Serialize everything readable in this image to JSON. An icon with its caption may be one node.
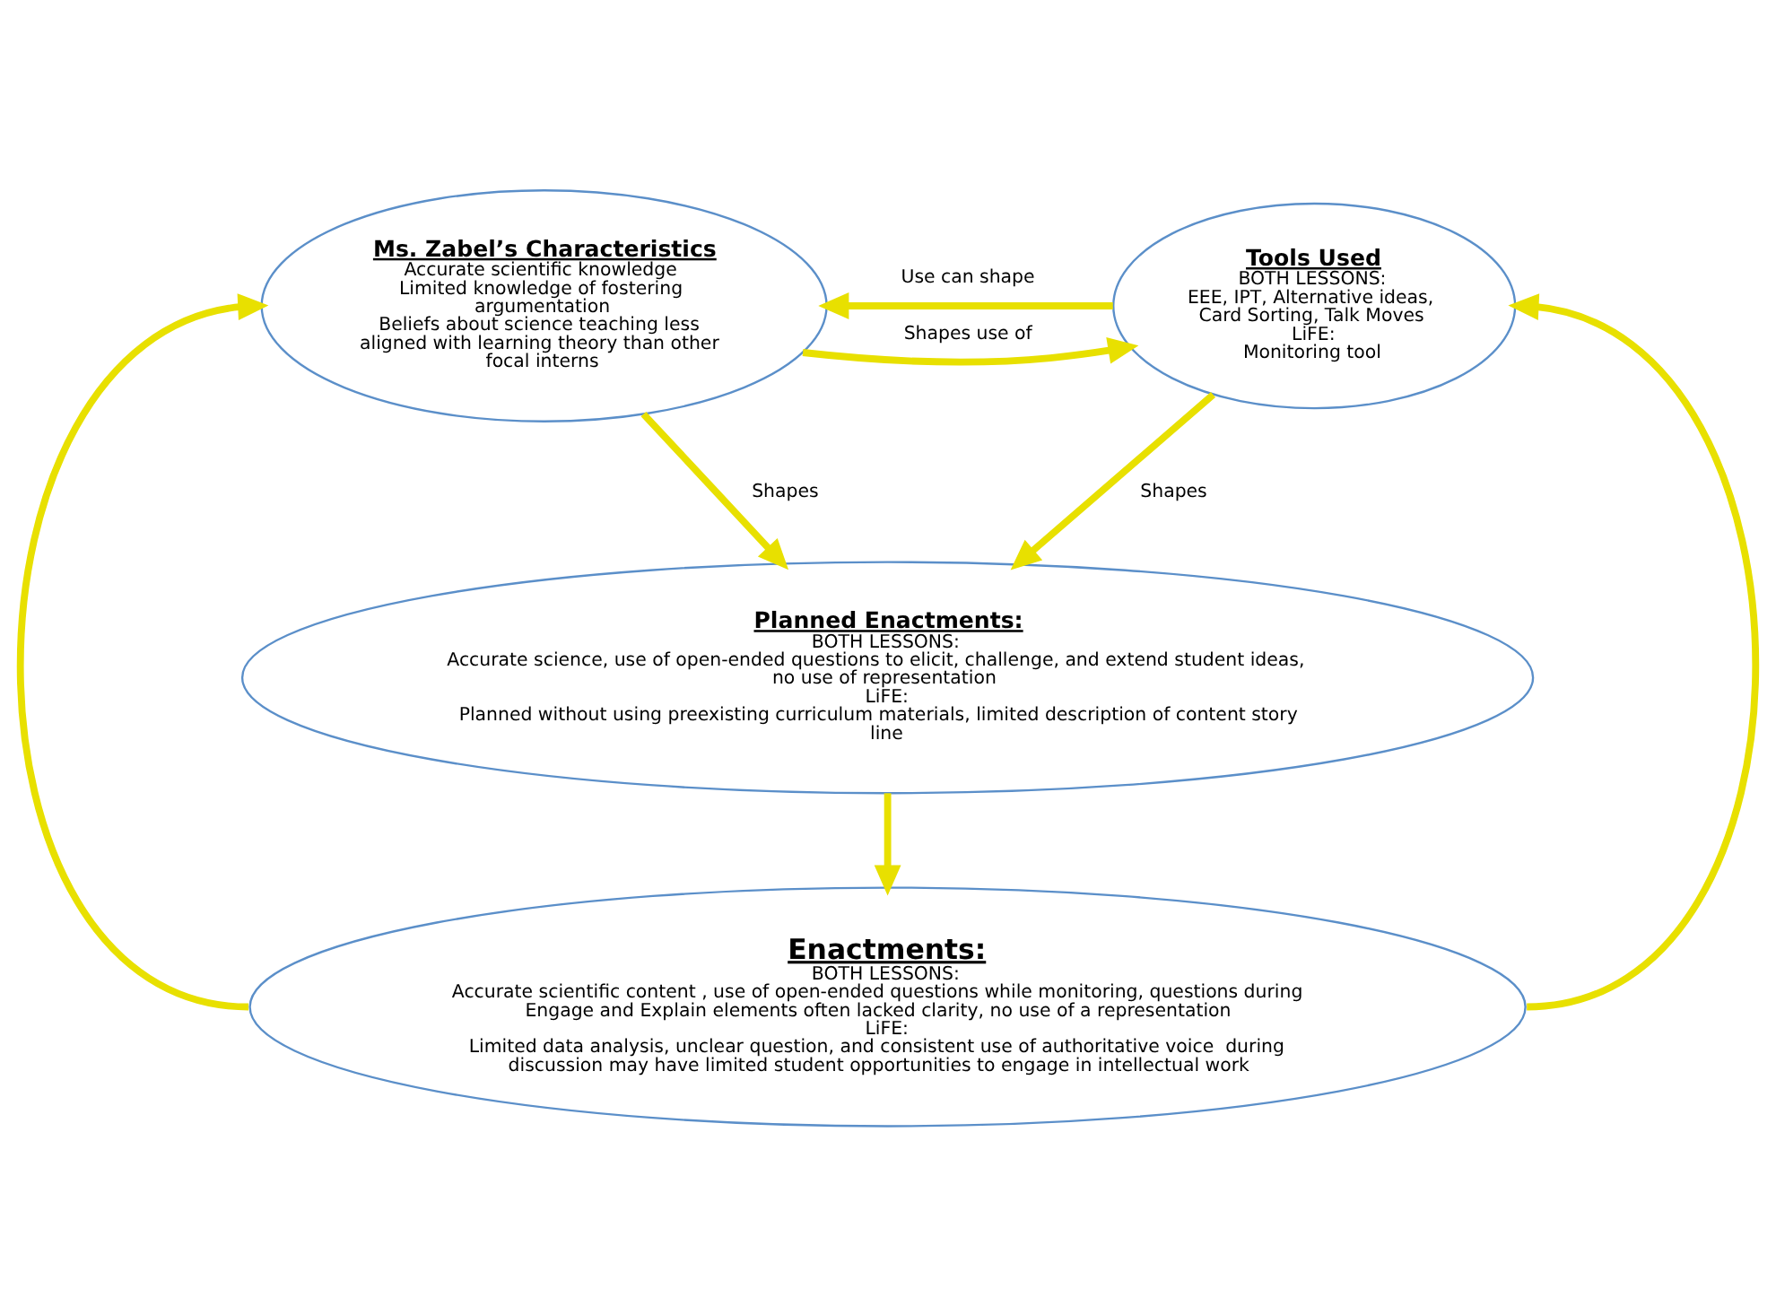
{
  "diagram": {
    "nodes": [
      {
        "text": [
          "Ms. Zabel’s Characteristics",
          "Accurate scientific knowledge",
          "Limited knowledge of fostering argumentation",
          "Beliefs about science teaching less aligned with learning theory than other focal interns"
        ]
      },
      {
        "text": [
          "Tools Used",
          "BOTH LESSONS:",
          "EEE, IPT, Alternative ideas, Card Sorting, Talk Moves",
          "LiFE:",
          "Monitoring tool"
        ]
      },
      {
        "text": [
          "Planned Enactments:",
          "BOTH LESSONS:",
          "Accurate science, use of open-ended questions to elicit, challenge, and extend student ideas, no use of representation",
          "LiFE:",
          "Planned without using preexisting curriculum materials, limited description of content story line"
        ]
      },
      {
        "text": [
          "Enactments:",
          "BOTH LESSONS:",
          "Accurate scientific content , use of open-ended questions while monitoring, questions during Engage and Explain elements often lacked clarity, no use of a representation",
          "LiFE:",
          "Limited data analysis, unclear question, and consistent use of authoritative voice  during discussion may have limited student opportunities to engage in intellectual work"
        ]
      }
    ],
    "edges": [
      {
        "from": 0,
        "to": 1,
        "arrow": "to",
        "label": "Shapes use of"
      },
      {
        "from": 1,
        "to": 0,
        "arrow": "to",
        "label": "Use can shape"
      },
      {
        "from": 0,
        "to": 2,
        "arrow": "to",
        "label": "Shapes"
      },
      {
        "from": 1,
        "to": 2,
        "arrow": "to",
        "label": "Shapes"
      },
      {
        "from": 2,
        "to": 3,
        "arrow": "to"
      },
      {
        "from": 3,
        "to": 0,
        "arrow": "to"
      },
      {
        "from": 3,
        "to": 1,
        "arrow": "to"
      }
    ]
  }
}
